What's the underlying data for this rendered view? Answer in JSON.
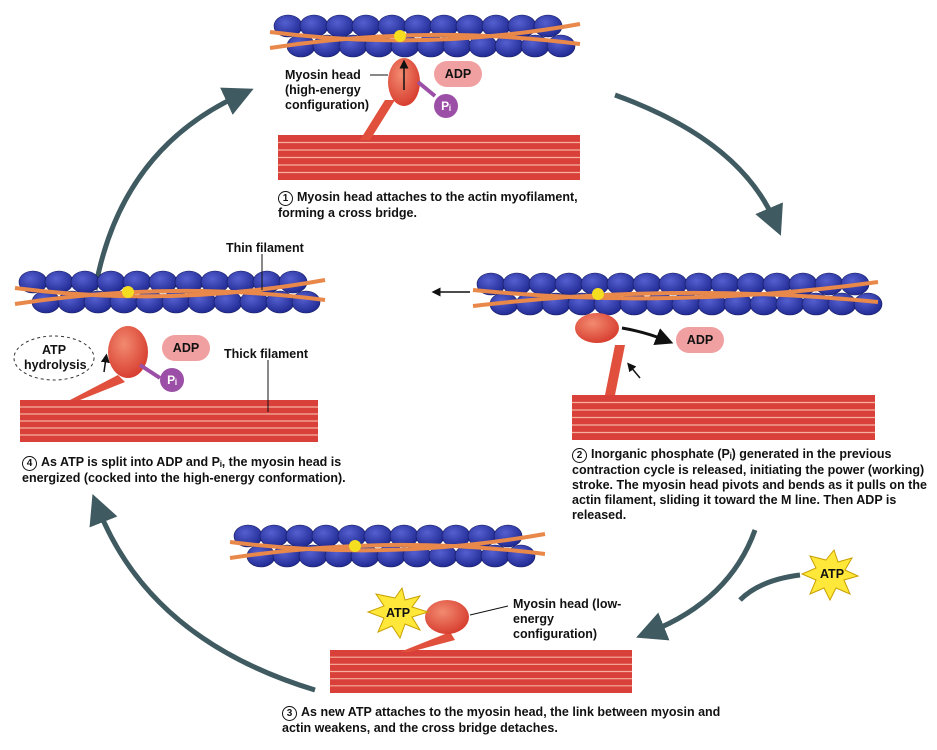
{
  "colors": {
    "actin": "#2b36a8",
    "strand": "#e8884a",
    "thick": "#d9403a",
    "myosin": "#e0503c",
    "arrow": "#3f5a60",
    "adp": "#f0a0a0",
    "pi": "#9b4fa6",
    "atp": "#ffe83a"
  },
  "step1": {
    "number": "1",
    "caption": "Myosin head attaches to the actin myofilament, forming a cross bridge.",
    "head_label": "Myosin head (high-energy configuration)",
    "adp": "ADP",
    "pi": "Pᵢ"
  },
  "step2": {
    "number": "2",
    "caption": "Inorganic phosphate (Pᵢ) generated in the previous contraction cycle is released, initiating the power (working) stroke. The myosin head pivots and bends as it pulls on the actin filament, sliding it toward the M line. Then ADP is released.",
    "adp": "ADP",
    "atp": "ATP"
  },
  "step3": {
    "number": "3",
    "caption": "As new ATP attaches to the myosin head, the link between myosin and actin weakens, and the cross bridge detaches.",
    "head_label": "Myosin head (low-energy configuration)",
    "atp": "ATP"
  },
  "step4": {
    "number": "4",
    "caption": "As ATP is split into ADP and Pᵢ, the myosin head is energized (cocked into the high-energy conformation).",
    "thin_label": "Thin filament",
    "thick_label": "Thick filament",
    "hydrolysis": "ATP hydrolysis",
    "adp": "ADP",
    "pi": "Pᵢ"
  }
}
